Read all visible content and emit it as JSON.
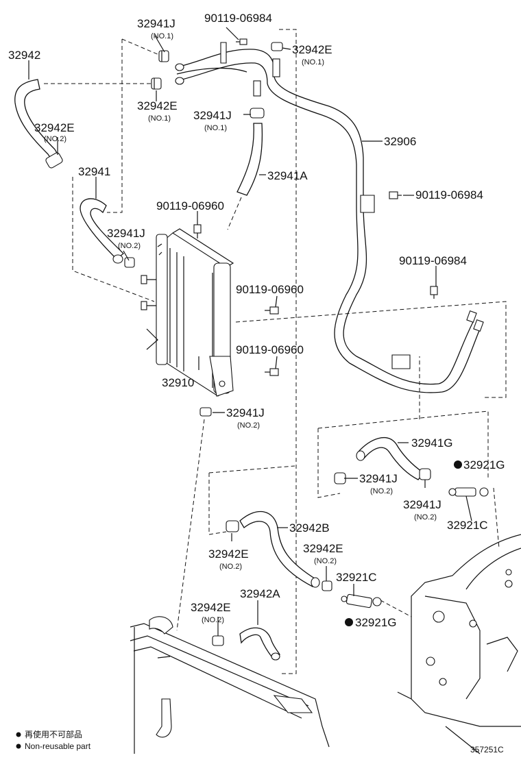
{
  "labels": {
    "p32942": "32942",
    "p32941J_top": "32941J",
    "p32941J_top_sub": "(NO.1)",
    "p90119_06984_top": "90119-06984",
    "p32942E_tr": "32942E",
    "p32942E_tr_sub": "(NO.1)",
    "p32942E_tl": "32942E",
    "p32942E_tl_sub": "(NO.1)",
    "p32941J_mid": "32941J",
    "p32941J_mid_sub": "(NO.1)",
    "p32906": "32906",
    "p32942E_left": "32942E",
    "p32942E_left_sub": "(NO.2)",
    "p32941": "32941",
    "p32941A": "32941A",
    "p90119_06984_r1": "90119-06984",
    "p90119_06960_a": "90119-06960",
    "p32941J_left": "32941J",
    "p32941J_left_sub": "(NO.2)",
    "p90119_06984_r2": "90119-06984",
    "p90119_06960_b": "90119-06960",
    "p90119_06960_c": "90119-06960",
    "p32910": "32910",
    "p32941J_low": "32941J",
    "p32941J_low_sub": "(NO.2)",
    "p32941G": "32941G",
    "p32921G_top": "32921G",
    "p32941J_r1": "32941J",
    "p32941J_r1_sub": "(NO.2)",
    "p32941J_r2": "32941J",
    "p32941J_r2_sub": "(NO.2)",
    "p32921C_r": "32921C",
    "p32942B": "32942B",
    "p32942E_mid": "32942E",
    "p32942E_mid_sub": "(NO.2)",
    "p32942E_mid2": "32942E",
    "p32942E_mid2_sub": "(NO.2)",
    "p32921C_mid": "32921C",
    "p32942E_bot": "32942E",
    "p32942E_bot_sub": "(NO.2)",
    "p32942A": "32942A",
    "p32921G_bot": "32921G"
  },
  "legend": {
    "line_zh": "再使用不可部品",
    "line_en": "Non-reusable part"
  },
  "diagram_code": "357251C"
}
